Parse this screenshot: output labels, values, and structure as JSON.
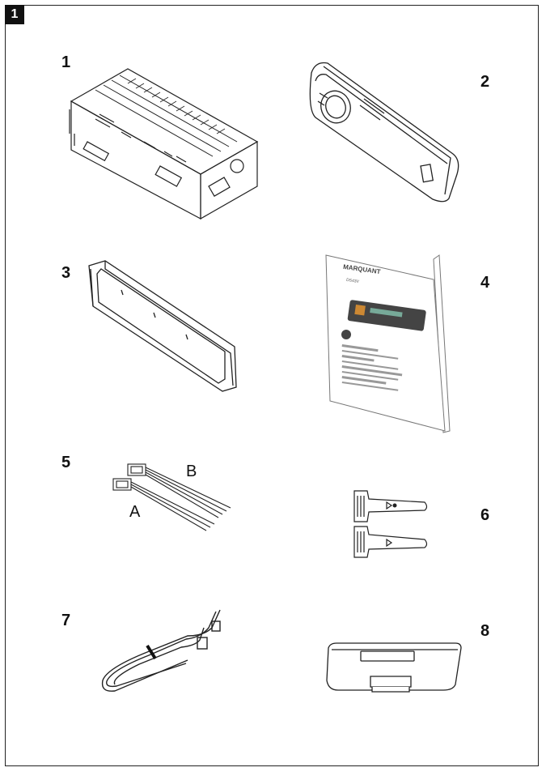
{
  "figure": {
    "badge": "1"
  },
  "items": [
    {
      "number": "1",
      "icon": "car-radio-chassis-icon"
    },
    {
      "number": "2",
      "icon": "detachable-front-panel-icon"
    },
    {
      "number": "3",
      "icon": "trim-frame-icon"
    },
    {
      "number": "4",
      "icon": "user-manual-icon",
      "brand": "MARQUANT",
      "model": "DS43V"
    },
    {
      "number": "5",
      "icon": "iso-connectors-icon",
      "label_a": "A",
      "label_b": "B"
    },
    {
      "number": "6",
      "icon": "release-keys-icon"
    },
    {
      "number": "7",
      "icon": "aux-cable-icon"
    },
    {
      "number": "8",
      "icon": "panel-case-icon"
    }
  ]
}
